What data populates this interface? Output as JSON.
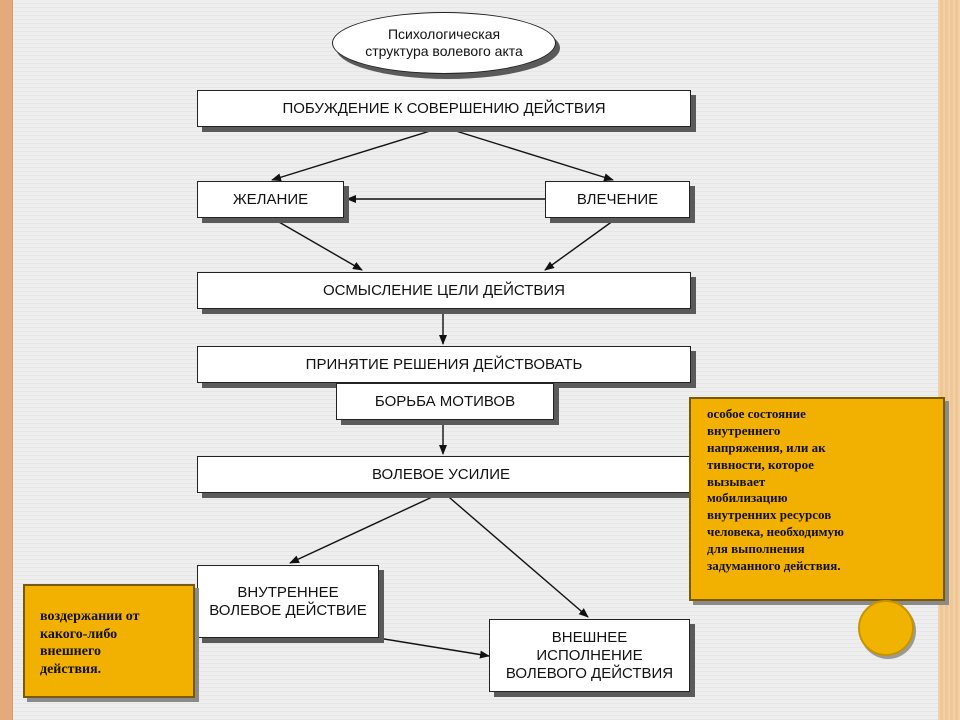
{
  "title": "Психологическая\nструктура волевого акта",
  "boxes": {
    "motivation": "ПОБУЖДЕНИЕ К СОВЕРШЕНИЮ ДЕЙСТВИЯ",
    "desire": "ЖЕЛАНИЕ",
    "attraction": "ВЛЕЧЕНИЕ",
    "goal": "ОСМЫСЛЕНИЕ ЦЕЛИ ДЕЙСТВИЯ",
    "decision": "ПРИНЯТИЕ РЕШЕНИЯ ДЕЙСТВОВАТЬ",
    "motives": "БОРЬБА МОТИВОВ",
    "effort": "ВОЛЕВОЕ УСИЛИЕ",
    "internal": "ВНУТРЕННЕЕ\nВОЛЕВОЕ ДЕЙСТВИЕ",
    "external": "ВНЕШНЕЕ\nИСПОЛНЕНИЕ\nВОЛЕВОГО ДЕЙСТВИЯ"
  },
  "notes": {
    "effort_definition": "особое состояние\nвнутреннего\nнапряжения, или ак\nтивности, которое\nвызывает\nмобилизацию\nвнутренних ресурсов\nчеловека, необходимую\nдля выполнения\nзадуманного действия.",
    "restraint": "воздержании от\nкакого-либо\nвнешнего\nдействия."
  },
  "colors": {
    "note_fill": "#f2b000",
    "frame_left": "#e4a97c",
    "frame_right": "#efc795"
  }
}
